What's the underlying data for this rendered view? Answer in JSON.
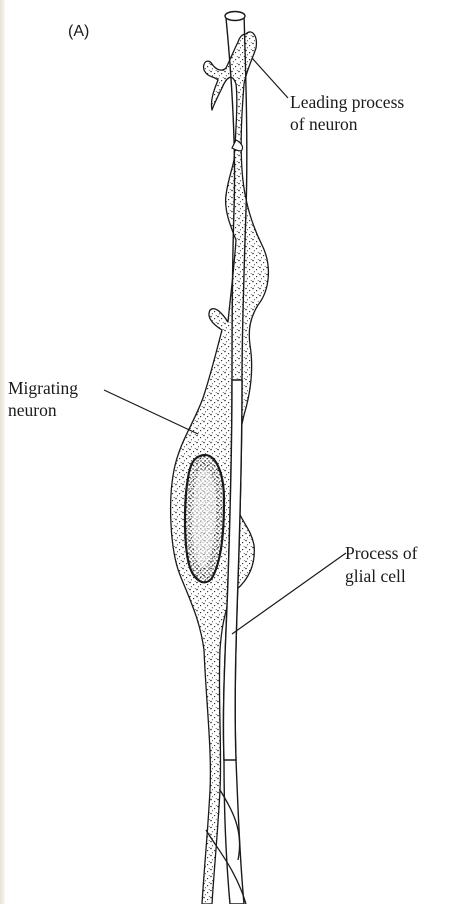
{
  "figure": {
    "panel_label": "(A)",
    "labels": {
      "leading_process": [
        "Leading process",
        "of neuron"
      ],
      "migrating_neuron": [
        "Migrating",
        "neuron"
      ],
      "glial_process": [
        "Process of",
        "glial cell"
      ]
    }
  },
  "colors": {
    "ink": "#1a1a1a",
    "paper": "#ffffff"
  }
}
